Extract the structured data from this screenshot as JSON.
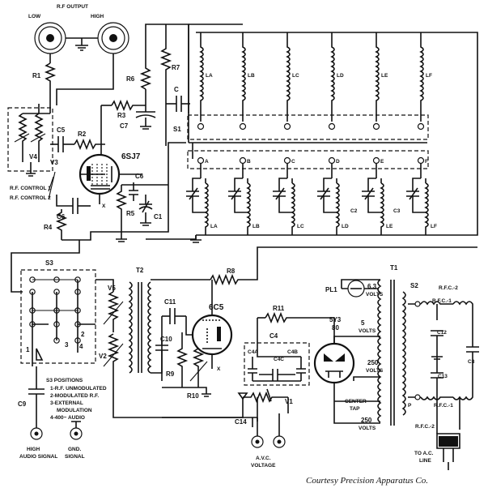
{
  "header": {
    "rf_output": "R.F OUTPUT",
    "low": "LOW",
    "high": "HIGH"
  },
  "resistors": {
    "r1": "R1",
    "r2": "R2",
    "r3": "R3",
    "r4": "R4",
    "r5": "R5",
    "r6": "R6",
    "r7": "R7",
    "r8": "R8",
    "r9": "R9",
    "r10": "R10",
    "r11": "R11"
  },
  "capacitors": {
    "c": "C",
    "c1": "C1",
    "c2": "C2",
    "c3": "C3",
    "c4": "C4",
    "c4a": "C4A",
    "c4b": "C4B",
    "c4c": "C4C",
    "c5": "C5",
    "c6": "C6",
    "c6b": "C6",
    "c7": "C7",
    "c8": "C8",
    "c9": "C9",
    "c10": "C10",
    "c11": "C11",
    "c12": "C12",
    "c13": "C13",
    "c14": "C14"
  },
  "coils_top": [
    "LA",
    "LB",
    "LC",
    "LD",
    "LE",
    "LF"
  ],
  "coils_bottom": [
    "LA",
    "LB",
    "LC",
    "LD",
    "LE",
    "LF"
  ],
  "band_letters": [
    "A",
    "B",
    "C",
    "D",
    "E",
    "F"
  ],
  "tubes": {
    "t1": "6SJ7",
    "t2": "6C5",
    "t3": "5Y3",
    "t3_eq": "5Y3=\n80"
  },
  "switches": {
    "s1": "S1",
    "s2": "S2",
    "s3": "S3"
  },
  "controls": {
    "v1": "V1",
    "v2": "V2",
    "v3": "V3",
    "v4": "V4",
    "v5": "V5",
    "rf_control_1": "R.F. CONTROL 1",
    "rf_control_2": "R.F. CONTROL 2"
  },
  "transformers": {
    "t1": "T1",
    "t2": "T2"
  },
  "power": {
    "pl1": "PL1",
    "v63": "6.3",
    "v63_unit": "VOLTS",
    "v5": "5",
    "v5_unit": "VOLTS",
    "v250a": "250",
    "v250a_unit": "VOLTS",
    "v250b": "250",
    "v250b_unit": "VOLTS",
    "center": "CENTER-",
    "tap": "TAP",
    "rfc1": "R.F.C.-1",
    "rfc2": "R.F.C.-2",
    "to_ac": "TO A.C.",
    "line": "LINE",
    "p": "P",
    "x": "X"
  },
  "s3_positions": {
    "title": "S3 POSITIONS",
    "items": [
      "1-R.F. UNMODULATED",
      "2-MODULATED R.F.",
      "3-EXTERNAL",
      "MODULATION",
      "4-400~ AUDIO"
    ],
    "pos_nums": [
      "1",
      "2",
      "3",
      "4"
    ]
  },
  "terminals": {
    "high": "HIGH",
    "audio_signal": "AUDIO SIGNAL",
    "gnd": "GND.",
    "signal": "SIGNAL",
    "avc": "A.V.C.",
    "voltage": "VOLTAGE"
  },
  "credit": "Courtesy Precision Apparatus Co."
}
